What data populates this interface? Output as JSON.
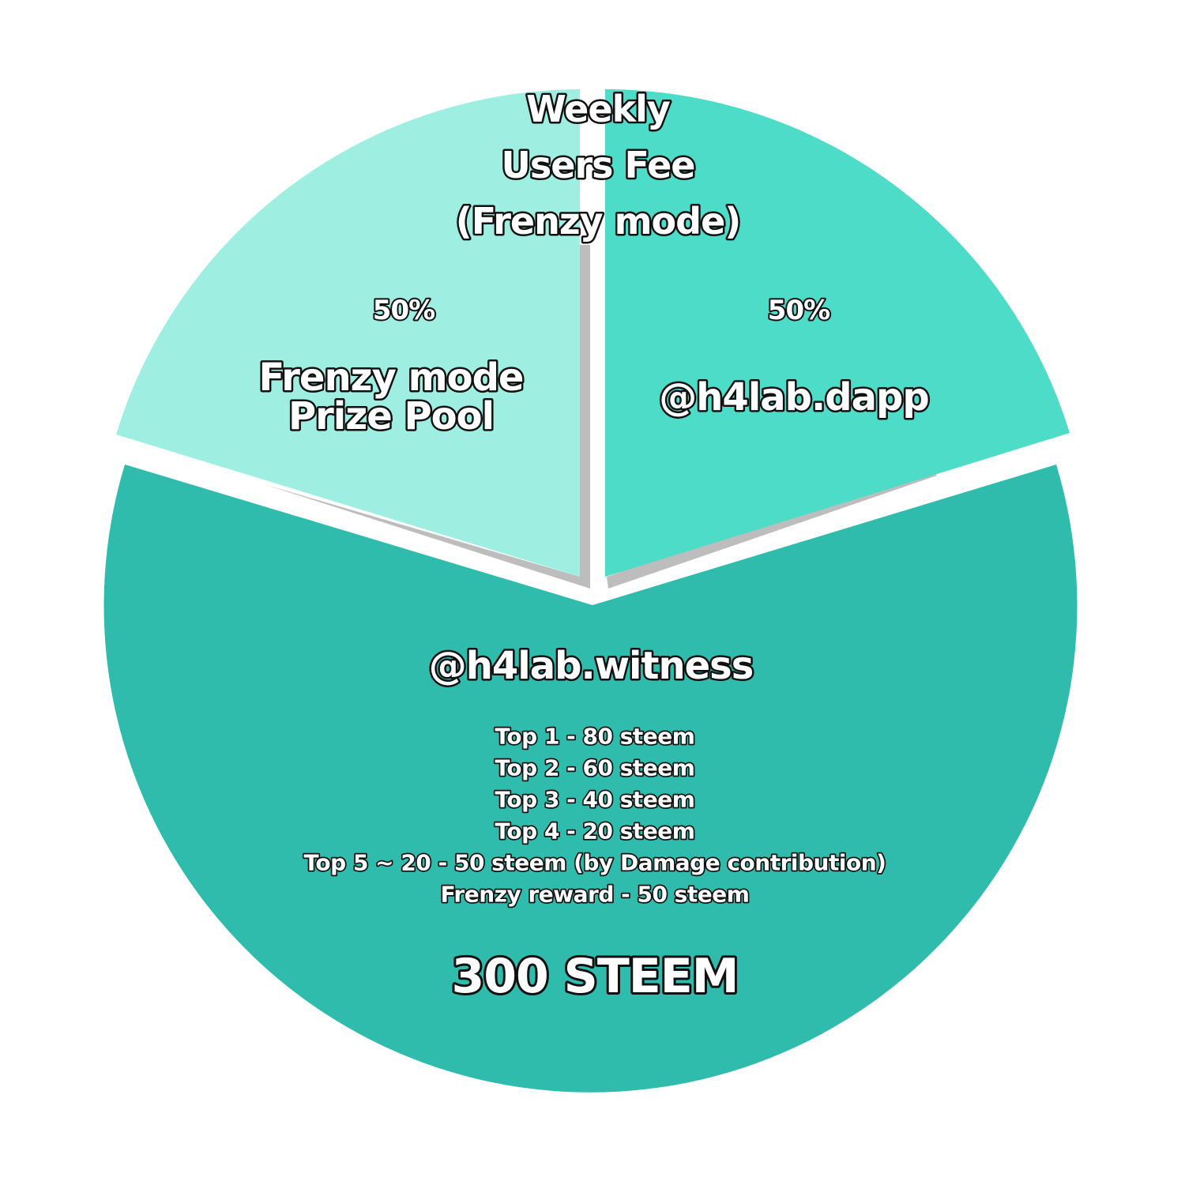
{
  "colors": {
    "left_slice": "#9EEFE2",
    "right_slice": "#4CDCC8",
    "bottom_slice": "#2FBCAD",
    "shadow": "#BDBDBD",
    "label_fill": "#FFFFFF",
    "label_stroke": "#111111"
  },
  "title_lines": [
    "Weekly",
    "Users Fee",
    "(Frenzy mode)"
  ],
  "segments": {
    "frenzy_pool": {
      "percent": "50%",
      "name_lines": [
        "Frenzy mode",
        "Prize Pool"
      ]
    },
    "dapp": {
      "percent": "50%",
      "name": "@h4lab.dapp"
    },
    "witness": {
      "name": "@h4lab.witness",
      "rewards": [
        "Top 1 - 80 steem",
        "Top 2 - 60 steem",
        "Top 3 - 40 steem",
        "Top 4 - 20 steem",
        "Top 5 ~ 20 - 50 steem (by Damage contribution)",
        "Frenzy reward - 50 steem"
      ],
      "total": "300 STEEM"
    }
  }
}
